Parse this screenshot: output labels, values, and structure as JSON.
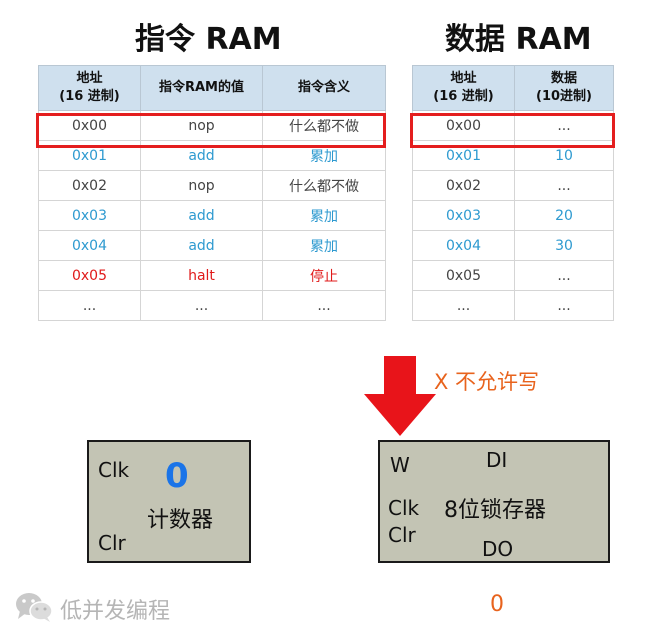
{
  "instr_ram": {
    "title": "指令 RAM",
    "headers": [
      "地址\n(16 进制)",
      "指令RAM的值",
      "指令含义"
    ],
    "rows": [
      [
        "0x00",
        "nop",
        "什么都不做"
      ],
      [
        "0x01",
        "add",
        "累加"
      ],
      [
        "0x02",
        "nop",
        "什么都不做"
      ],
      [
        "0x03",
        "add",
        "累加"
      ],
      [
        "0x04",
        "add",
        "累加"
      ],
      [
        "0x05",
        "halt",
        "停止"
      ],
      [
        "...",
        "...",
        "..."
      ]
    ]
  },
  "data_ram": {
    "title": "数据 RAM",
    "headers": [
      "地址\n(16 进制)",
      "数据\n(10进制)"
    ],
    "rows": [
      [
        "0x00",
        "..."
      ],
      [
        "0x01",
        "10"
      ],
      [
        "0x02",
        "..."
      ],
      [
        "0x03",
        "20"
      ],
      [
        "0x04",
        "30"
      ],
      [
        "0x05",
        "..."
      ],
      [
        "...",
        "..."
      ]
    ]
  },
  "row_styles": [
    "normal",
    "blue",
    "normal",
    "blue",
    "blue",
    "red",
    "normal"
  ],
  "write_note": "X 不允许写",
  "counter": {
    "clk": "Clk",
    "clr": "Clr",
    "value": "0",
    "name": "计数器"
  },
  "latch": {
    "w": "W",
    "di": "DI",
    "clk": "Clk",
    "clr": "Clr",
    "name": "8位锁存器",
    "do": "DO",
    "output_value": "0"
  },
  "watermark": "低并发编程",
  "colors": {
    "header_bg": "#cfe0ee",
    "blue_row": "#2e9ad0",
    "red_row": "#e01a1a",
    "highlight": "#e41e1e",
    "arrow": "#e8141a",
    "note": "#e8631d",
    "box_bg": "#c3c4b4",
    "counter_value": "#1a74e8"
  },
  "icons": [
    "down-arrow-icon",
    "wechat-icon"
  ]
}
